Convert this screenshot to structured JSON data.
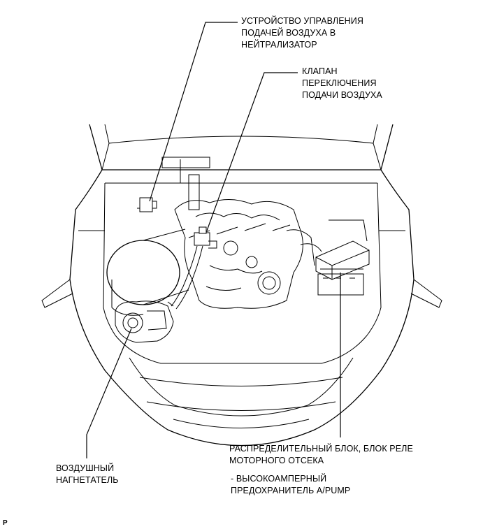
{
  "labels": {
    "air_injection_control": [
      "УСТРОЙСТВО УПРАВЛЕНИЯ",
      "ПОДАЧЕЙ ВОЗДУХА В",
      "НЕЙТРАЛИЗАТОР"
    ],
    "air_switching_valve": [
      "КЛАПАН",
      "ПЕРЕКЛЮЧЕНИЯ",
      "ПОДАЧИ ВОЗДУХА"
    ],
    "air_pump": [
      "ВОЗДУШНЫЙ",
      "НАГНЕТАТЕЛЬ"
    ],
    "relay_block": [
      "РАСПРЕДЕЛИТЕЛЬНЫЙ БЛОК, БЛОК РЕЛЕ",
      "МОТОРНОГО ОТСЕКА"
    ],
    "fuse": [
      "- ВЫСОКОАМПЕРНЫЙ",
      "ПРЕДОХРАНИТЕЛЬ A/PUMP"
    ]
  },
  "corner_mark": "P"
}
